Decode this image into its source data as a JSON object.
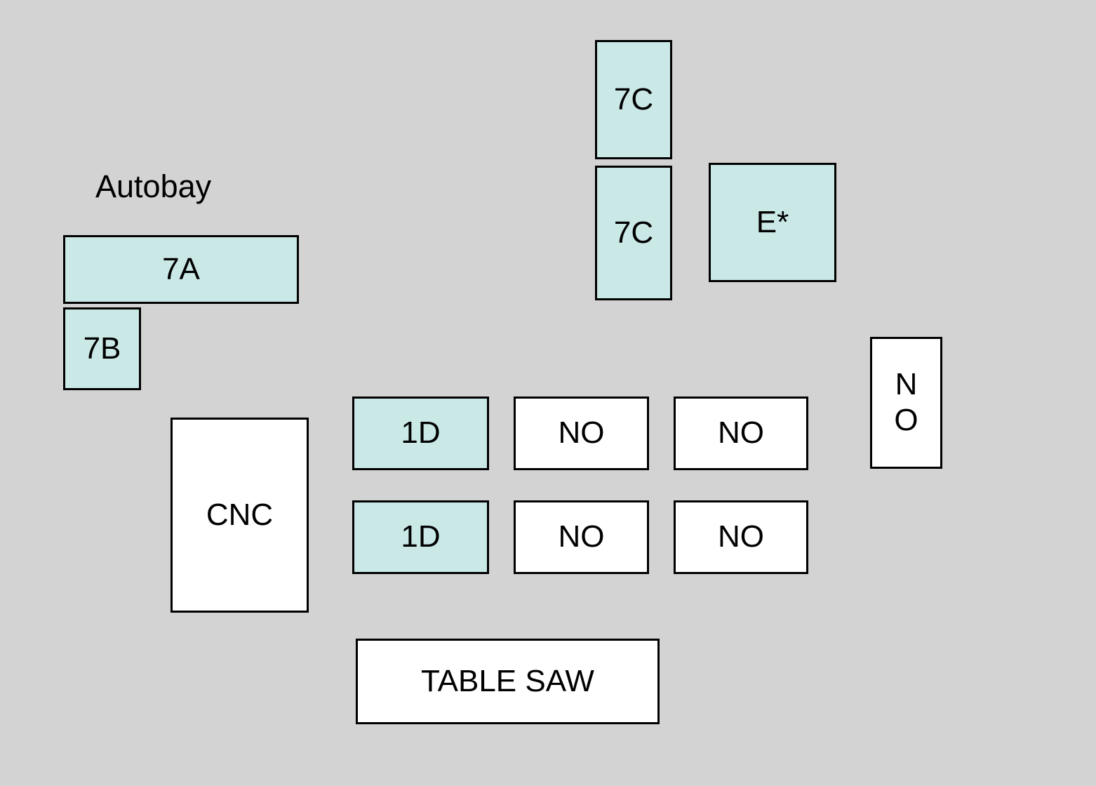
{
  "diagram": {
    "title": "Autobay",
    "colors": {
      "background": "#d3d3d3",
      "teal_fill": "#c9e8e6",
      "white_fill": "#ffffff",
      "border": "#000000",
      "text": "#000000"
    },
    "boxes": [
      {
        "id": "7A",
        "label": "7A",
        "fill": "teal"
      },
      {
        "id": "7B",
        "label": "7B",
        "fill": "teal"
      },
      {
        "id": "7C-upper",
        "label": "7C",
        "fill": "teal"
      },
      {
        "id": "7C-lower",
        "label": "7C",
        "fill": "teal"
      },
      {
        "id": "E-star",
        "label": "E*",
        "fill": "teal"
      },
      {
        "id": "NO-right",
        "label": "N\nO",
        "fill": "white"
      },
      {
        "id": "CNC",
        "label": "CNC",
        "fill": "white"
      },
      {
        "id": "1D-row1",
        "label": "1D",
        "fill": "teal"
      },
      {
        "id": "NO-row1-c1",
        "label": "NO",
        "fill": "white"
      },
      {
        "id": "NO-row1-c2",
        "label": "NO",
        "fill": "white"
      },
      {
        "id": "1D-row2",
        "label": "1D",
        "fill": "teal"
      },
      {
        "id": "NO-row2-c1",
        "label": "NO",
        "fill": "white"
      },
      {
        "id": "NO-row2-c2",
        "label": "NO",
        "fill": "white"
      },
      {
        "id": "TABLE-SAW",
        "label": "TABLE SAW",
        "fill": "white"
      }
    ]
  }
}
